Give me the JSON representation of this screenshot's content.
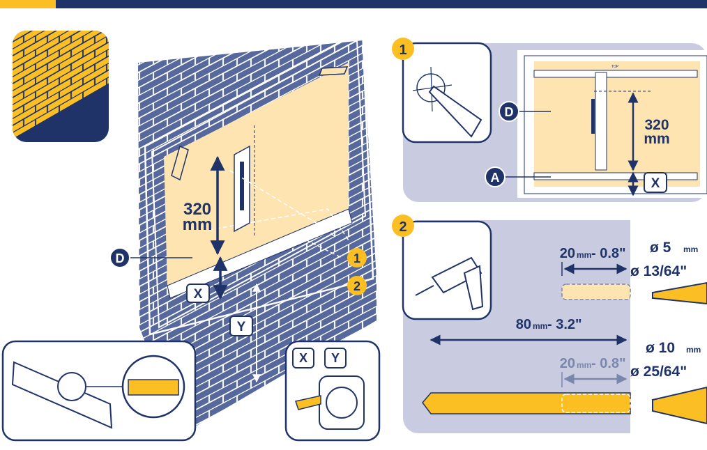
{
  "colors": {
    "navy": "#1f3368",
    "brick": "#56689c",
    "yellow": "#fbbf24",
    "board": "#fde4b0",
    "panel": "#c9cce0",
    "white": "#ffffff"
  },
  "icons": [
    "brick-wall-icon",
    "spirit-level-icon",
    "tape-measure-icon",
    "pencil-mark-icon",
    "drill-icon",
    "drill-bit-icon"
  ],
  "main": {
    "dim_value": "320",
    "dim_unit": "mm",
    "label_d": "D",
    "label_x": "X",
    "label_y": "Y",
    "step1": "1",
    "step2": "2"
  },
  "tape": {
    "label_x": "X",
    "label_y": "Y"
  },
  "step1": {
    "badge": "1",
    "label_d": "D",
    "label_a": "A",
    "dim_value": "320",
    "dim_unit": "mm",
    "label_x": "X",
    "top_text": "TOP"
  },
  "step2": {
    "badge": "2",
    "bit_small": {
      "depth_mm": "20",
      "mm_unit": "mm",
      "depth_in": "- 0.8\"",
      "dia_mm": "ø 5",
      "dia_mm_unit": "mm",
      "dia_in": "ø 13/64\""
    },
    "bit_large": {
      "length_mm": "80",
      "length_mm_unit": "mm",
      "length_in": "- 3.2\"",
      "depth_mm": "20",
      "depth_mm_unit": "mm",
      "depth_in": "- 0.8\"",
      "dia_mm": "ø 10",
      "dia_mm_unit": "mm",
      "dia_in": "ø 25/64\""
    }
  }
}
